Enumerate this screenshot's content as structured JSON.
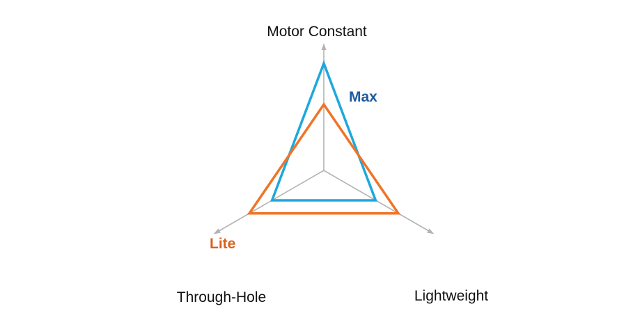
{
  "chart_data": {
    "type": "radar",
    "axes": [
      "Motor Constant",
      "Lightweight",
      "Through-Hole"
    ],
    "range": [
      0,
      1
    ],
    "grid": false,
    "series": [
      {
        "name": "Max",
        "values": [
          0.86,
          0.48,
          0.48
        ],
        "color": "#1ea7dc",
        "label_color": "#1f5aa0"
      },
      {
        "name": "Lite",
        "values": [
          0.53,
          0.69,
          0.69
        ],
        "color": "#f07427",
        "label_color": "#d9601e"
      }
    ]
  },
  "colors": {
    "axis": "#b3b3b3",
    "axis_text": "#111111"
  }
}
